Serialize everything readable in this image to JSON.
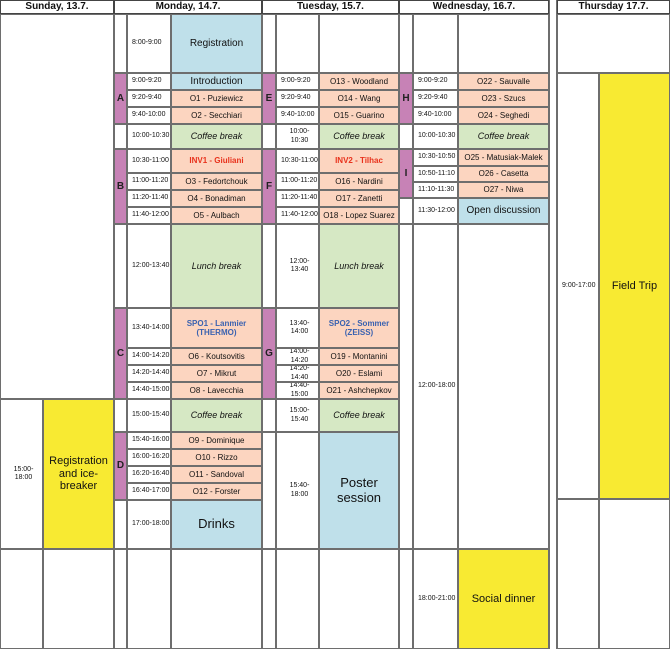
{
  "days": {
    "sunday": "Sunday, 13.7.",
    "monday": "Monday, 14.7.",
    "tuesday": "Tuesday, 15.7.",
    "wednesday": "Wednesday, 16.7.",
    "thursday": "Thursday 17.7."
  },
  "sunday": {
    "time": "15:00-18:00",
    "registration": "Registration and ice-breaker"
  },
  "monday": {
    "reg_time": "8:00-9:00",
    "reg": "Registration",
    "s1_times": [
      "9:00-9:20",
      "9:20-9:40",
      "9:40-10:00"
    ],
    "s1_items": [
      "Introduction",
      "O1 - Puziewicz",
      "O2 - Secchiari"
    ],
    "s1_label": "A",
    "coffee1_time": "10:00-10:30",
    "coffee1": "Coffee break",
    "s2_label": "B",
    "s2_times": [
      "10:30-11:00",
      "11:00-11:20",
      "11:20-11:40",
      "11:40-12:00"
    ],
    "s2_items": [
      "INV1 - Giuliani",
      "O3 - Fedortchouk",
      "O4 - Bonadiman",
      "O5 - Aulbach"
    ],
    "lunch_time": "12:00-13:40",
    "lunch": "Lunch break",
    "s3_label": "C",
    "spo_time": "13:40-14:00",
    "spo_line1": "SPO1 - Lanmier",
    "spo_line2": "(THERMO)",
    "s3_times": [
      "14:00-14:20",
      "14:20-14:40",
      "14:40-15:00"
    ],
    "s3_items": [
      "O6 - Koutsovitis",
      "O7 - Mikrut",
      "O8 - Lavecchia"
    ],
    "coffee2_time": "15:00-15:40",
    "coffee2": "Coffee break",
    "s4_label": "D",
    "s4_times": [
      "15:40-16:00",
      "16:00-16:20",
      "16:20-16:40",
      "16:40-17:00"
    ],
    "s4_items": [
      "O9 - Dominique",
      "O10 - Rizzo",
      "O11 - Sandoval",
      "O12 - Forster"
    ],
    "drinks_time": "17:00-18:00",
    "drinks": "Drinks"
  },
  "tuesday": {
    "s1_label": "E",
    "s1_times": [
      "9:00-9:20",
      "9:20-9:40",
      "9:40-10:00"
    ],
    "s1_items": [
      "O13 - Woodland",
      "O14 - Wang",
      "O15 - Guarino"
    ],
    "coffee1_time": "10:00-10:30",
    "coffee1": "Coffee break",
    "s2_label": "F",
    "s2_times": [
      "10:30-11:00",
      "11:00-11:20",
      "11:20-11:40",
      "11:40-12:00"
    ],
    "s2_items": [
      "INV2 - Tilhac",
      "O16 - Nardini",
      "O17 - Zanetti",
      "O18 - Lopez Suarez"
    ],
    "lunch_time": "12:00-13:40",
    "lunch": "Lunch break",
    "s3_label": "G",
    "spo_time": "13:40-14:00",
    "spo_line1": "SPO2 - Sommer",
    "spo_line2": "(ZEISS)",
    "s3_times": [
      "14:00-14:20",
      "14:20-14:40",
      "14:40-15:00"
    ],
    "s3_items": [
      "O19 - Montanini",
      "O20 - Eslami",
      "O21 - Ashchepkov"
    ],
    "coffee2_time": "15:00-15:40",
    "coffee2": "Coffee break",
    "poster_time": "15:40-18:00",
    "poster": "Poster session"
  },
  "wednesday": {
    "s1_label": "H",
    "s1_times": [
      "9:00-9:20",
      "9:20-9:40",
      "9:40-10:00"
    ],
    "s1_items": [
      "O22 - Sauvalle",
      "O23 - Szucs",
      "O24 - Seghedi"
    ],
    "coffee_time": "10:00-10:30",
    "coffee": "Coffee break",
    "s2_label": "I",
    "s2_times": [
      "10:30-10:50",
      "10:50-11:10",
      "11:10-11:30"
    ],
    "s2_items": [
      "O25 - Matusiak-Malek",
      "O26 - Casetta",
      "O27 - Niwa"
    ],
    "disc_time": "11:30-12:00",
    "disc": "Open discussion",
    "free_time": "12:00-18:00",
    "dinner_time": "18:00-21:00",
    "dinner": "Social dinner"
  },
  "thursday": {
    "time": "9:00-17:00",
    "trip": "Field Trip"
  },
  "colors": {
    "talk": "#fcd5c0",
    "break": "#d6e8c4",
    "blue": "#bfe0ea",
    "yellow": "#f8ea32",
    "session": "#c782b6",
    "invited": "#e8321c",
    "sponsor": "#3a62b0"
  }
}
